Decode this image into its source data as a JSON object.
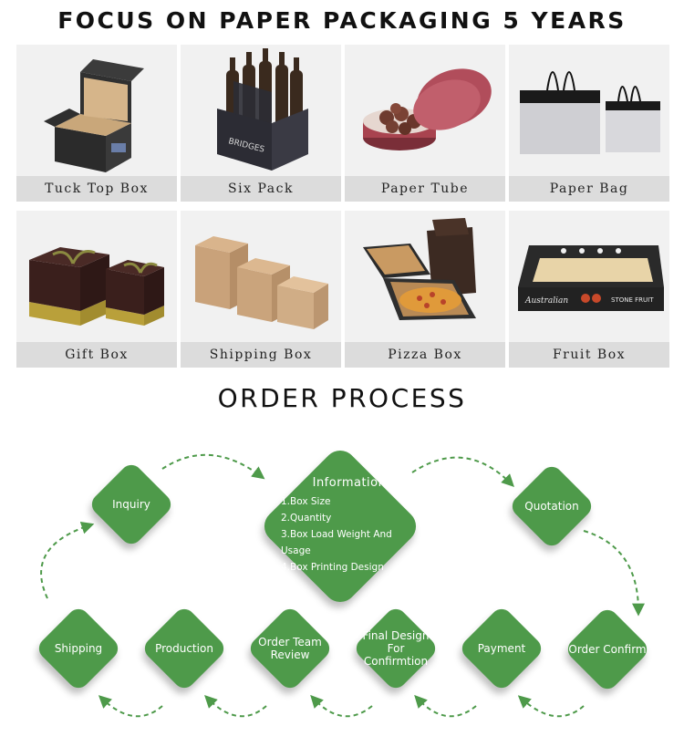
{
  "header": {
    "title": "FOCUS ON PAPER PACKAGING 5 YEARS"
  },
  "products": [
    {
      "label": "Tuck Top Box"
    },
    {
      "label": "Six Pack"
    },
    {
      "label": "Paper Tube"
    },
    {
      "label": "Paper Bag"
    },
    {
      "label": "Gift Box"
    },
    {
      "label": "Shipping Box"
    },
    {
      "label": "Pizza Box"
    },
    {
      "label": "Fruit Box"
    }
  ],
  "product_prints": {
    "six_pack_brand": "BRIDGES",
    "fruit_box_brand": "Australian",
    "fruit_box_sub": "STONE FRUIT"
  },
  "process": {
    "title": "ORDER PROCESS",
    "inquiry": "Inquiry",
    "information": {
      "head": "Information",
      "lines": [
        "1.Box Size",
        "2.Quantity",
        "3.Box Load Weight And Usage",
        "4.Box Printing Design"
      ]
    },
    "quotation": "Quotation",
    "order_confirm": "Order Confirm",
    "payment": "Payment",
    "final_design": [
      "Final Design",
      "For",
      "Confirmtion"
    ],
    "order_team_review": [
      "Order Team",
      "Review"
    ],
    "production": "Production",
    "shipping": "Shipping"
  },
  "colors": {
    "accent_green": "#4e9a4a",
    "label_bar": "#dcdcdc",
    "card_bg": "#f1f1f1"
  }
}
